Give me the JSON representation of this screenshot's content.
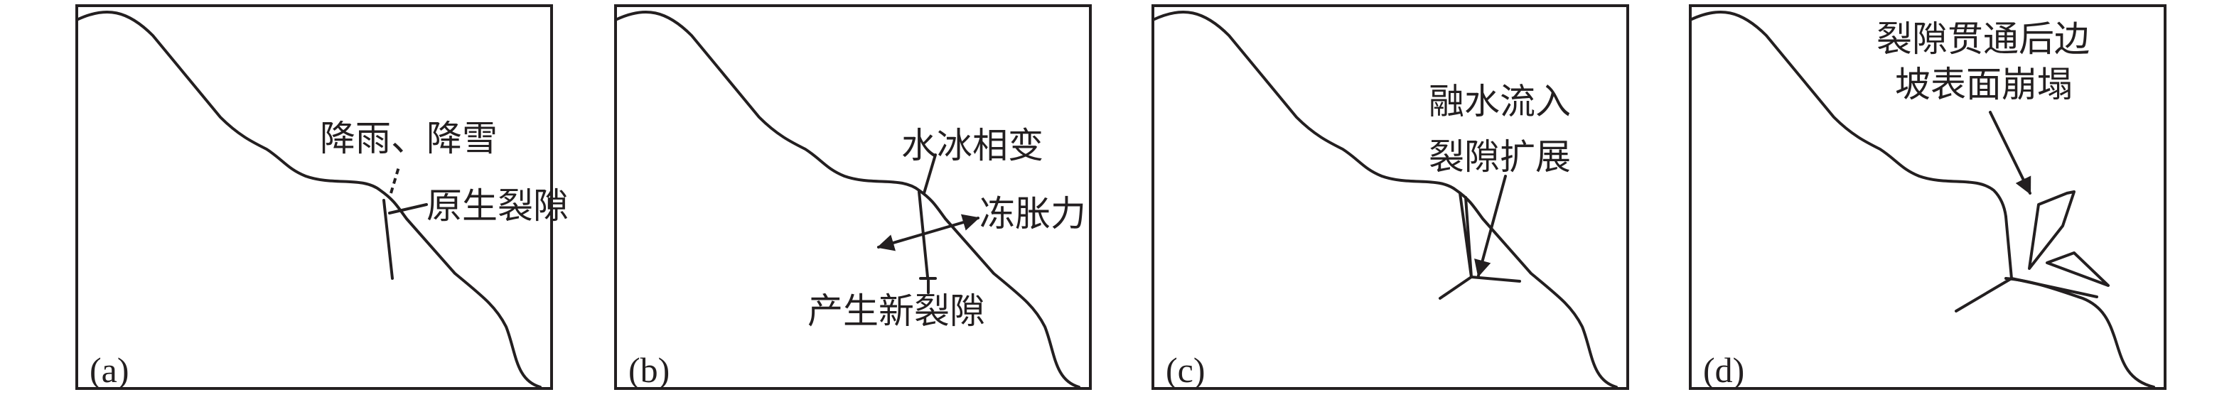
{
  "panels": [
    {
      "label": "(a)",
      "annotations": [
        "降雨、降雪",
        "原生裂隙"
      ]
    },
    {
      "label": "(b)",
      "annotations": [
        "水冰相变",
        "冻胀力",
        "产生新裂隙"
      ]
    },
    {
      "label": "(c)",
      "annotations": [
        "融水流入",
        "裂隙扩展"
      ]
    },
    {
      "label": "(d)",
      "annotations": [
        "裂隙贯通后边",
        "坡表面崩塌"
      ]
    }
  ]
}
